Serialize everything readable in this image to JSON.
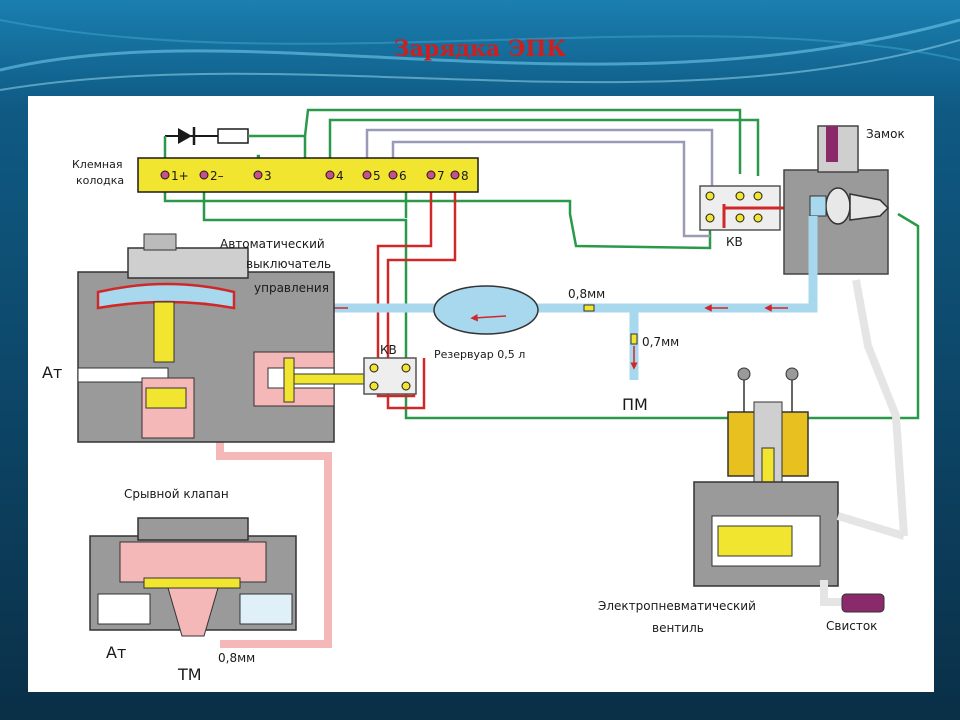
{
  "title": "Зарядка ЭПК",
  "labels": {
    "terminal_block_line1": "Клемная",
    "terminal_block_line2": "колодка",
    "lock": "Замок",
    "kv_switch_right": "КВ",
    "kv_switch_left": "КВ",
    "auto_switch_line1": "Автоматический",
    "auto_switch_line2": "выключатель",
    "auto_switch_line3": "управления",
    "reservoir": "Резервуар 0,5 л",
    "orifice_top": "0,8мм",
    "orifice_side": "0,7мм",
    "pm": "ПМ",
    "atm_left": "Ат",
    "atm_bottom": "Ат",
    "breakaway_valve": "Срывной клапан",
    "orifice_bottom": "0,8мм",
    "tm": "ТМ",
    "epv_line1": "Электропневматический",
    "epv_line2": "вентиль",
    "whistle": "Свисток"
  },
  "terminals": [
    "1+",
    "2–",
    "3",
    "4",
    "5",
    "6",
    "7",
    "8"
  ],
  "colors": {
    "title": "#cc2020",
    "air": "#a8d8ee",
    "wire_green": "#2a9a4a",
    "wire_gray": "#9a9ab8",
    "wire_red": "#d02828",
    "terminal_block": "#f2e530",
    "valve_body": "#8a8a8a",
    "pink_chamber": "#f4b8b8",
    "coil": "#e8c020",
    "whistle": "#8a2a6a"
  },
  "icons": {
    "diode": "diode-icon",
    "lock": "lock-key-icon",
    "whistle": "whistle-icon"
  }
}
